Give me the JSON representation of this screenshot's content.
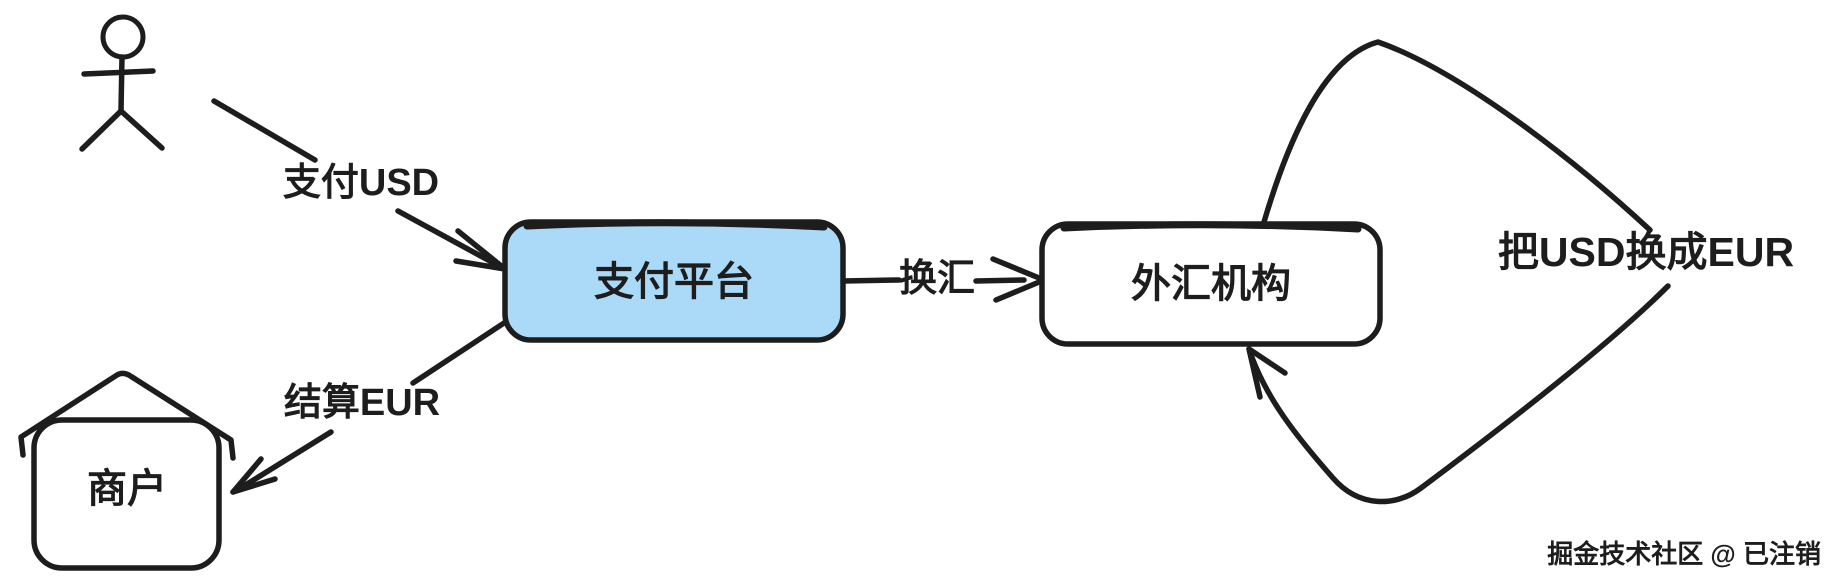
{
  "diagram": {
    "nodes": {
      "payment_platform": {
        "label": "支付平台",
        "fill": "#abd9f8"
      },
      "fx_agency": {
        "label": "外汇机构",
        "fill": "#ffffff"
      },
      "merchant": {
        "label": "商户",
        "fill": "#ffffff"
      }
    },
    "edges": {
      "pay_usd": {
        "label": "支付USD"
      },
      "exchange": {
        "label": "换汇"
      },
      "settle_eur": {
        "label": "结算EUR"
      },
      "convert_loop": {
        "label": "把USD换成EUR"
      }
    },
    "watermark": {
      "text": "掘金技术社区 @ 已注销",
      "color": "#bfbfbf"
    },
    "colors": {
      "ink": "#1d1d1d",
      "background": "#ffffff"
    }
  }
}
